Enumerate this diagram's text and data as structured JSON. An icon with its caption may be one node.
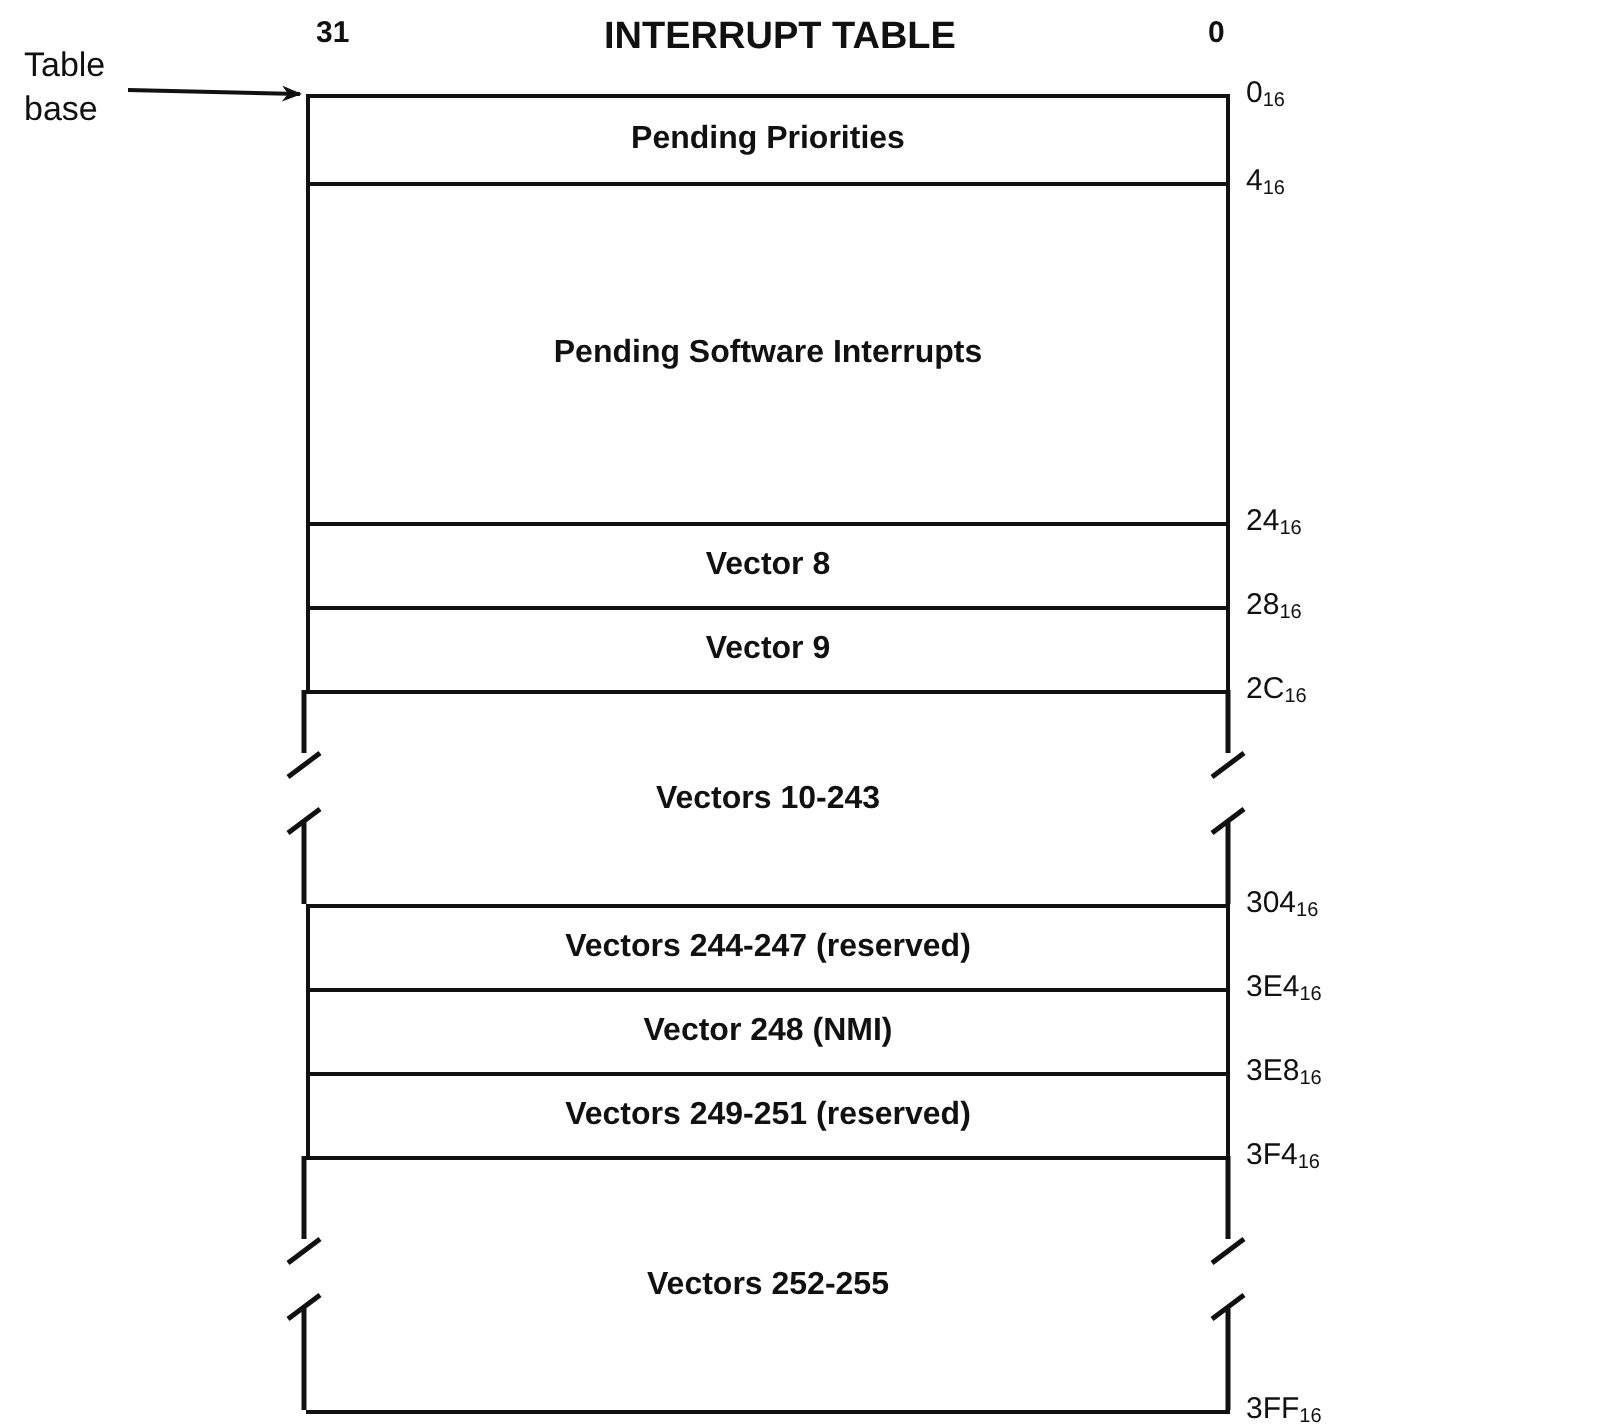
{
  "diagram": {
    "title": "INTERRUPT TABLE",
    "nodes": [
      {
        "text": [
          "Table base"
        ]
      },
      {
        "text": [
          "Pending Priorities"
        ]
      },
      {
        "text": [
          "Pending Software Interrupts"
        ]
      },
      {
        "text": [
          "Vector 8"
        ]
      },
      {
        "text": [
          "Vector 9"
        ]
      },
      {
        "text": [
          "Vectors 10-243"
        ]
      },
      {
        "text": [
          "Vectors 244-247 (reserved)"
        ]
      },
      {
        "text": [
          "Vector 248 (NMI)"
        ]
      },
      {
        "text": [
          "Vectors 249-251 (reserved)"
        ]
      },
      {
        "text": [
          "Vectors 252-255"
        ]
      }
    ],
    "edges": [
      {
        "from": 0,
        "to": 1,
        "arrow": "to"
      }
    ],
    "labels": [
      "31",
      "0",
      "0$_{16}$",
      "4$_{16}$",
      "24$_{16}$",
      "28$_{16}$",
      "2C$_{16}$",
      "304$_{16}$",
      "3E4$_{16}$",
      "3E8$_{16}$",
      "3F4$_{16}$",
      "3FF$_{16}$"
    ]
  }
}
